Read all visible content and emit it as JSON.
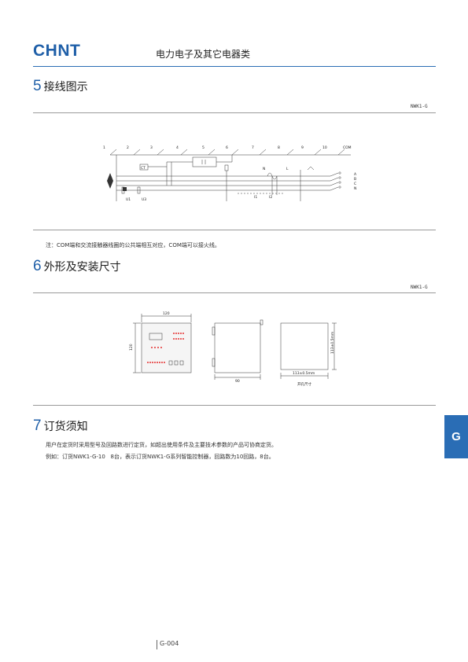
{
  "header": {
    "logo": "CHNT",
    "title": "电力电子及其它电器类"
  },
  "section5": {
    "number": "5",
    "title": "接线图示",
    "model": "NWK1-G",
    "terminals": [
      "1",
      "2",
      "3",
      "4",
      "5",
      "6",
      "7",
      "8",
      "9",
      "10",
      "COM"
    ],
    "labels": {
      "ct": "CT",
      "n": "N",
      "l": "L",
      "i1": "I1",
      "i2": "I2",
      "u1": "U1",
      "u3": "U3",
      "phase_a": "A",
      "phase_b": "B",
      "phase_c": "C",
      "phase_n": "N"
    },
    "note": "注：COM端和交流接触器线圈的公共端相互对应，COM端可以接火线。"
  },
  "section6": {
    "number": "6",
    "title": "外形及安装尺寸",
    "model": "NWK1-G",
    "dims": {
      "front_width": "120",
      "front_height": "120",
      "depth": "90",
      "cutout_w": "113±0.5mm",
      "cutout_h": "113±0.5mm",
      "cutout_label": "开孔尺寸"
    }
  },
  "section7": {
    "number": "7",
    "title": "订货须知",
    "lines": [
      "用户在定货时采用型号及回路数进行定货，如超出使用条件及主要技术参数的产品可协商定货。",
      "例如：订货NWK1-G-10   8台，表示订货NWK1-G系列智能控制器，回路数为10回路，8台。"
    ]
  },
  "side_tab": "G",
  "footer": {
    "page": "G-004"
  }
}
